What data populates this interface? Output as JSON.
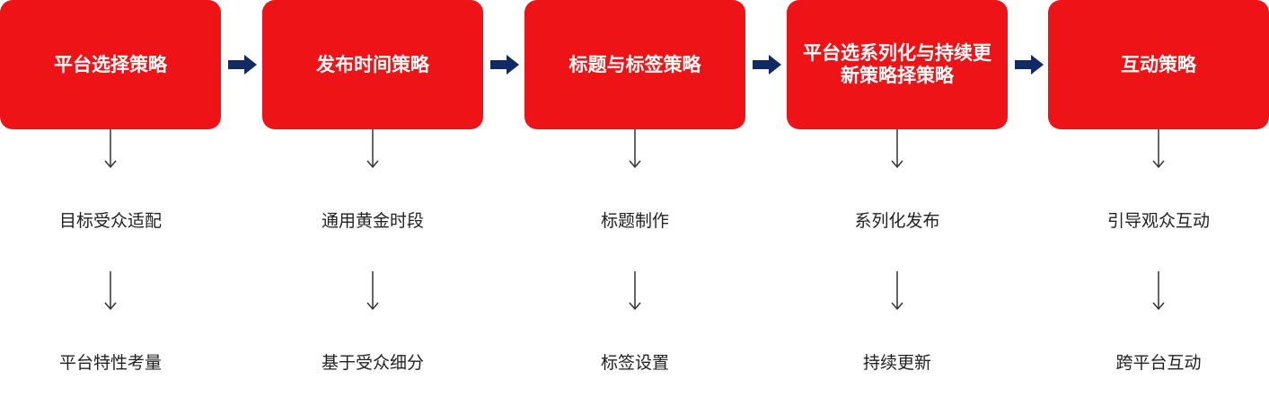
{
  "colors": {
    "box": "#EE1317",
    "flow_arrow": "#112A64",
    "down_arrow": "#333333",
    "text": "#222222"
  },
  "steps": [
    {
      "title": "平台选择策略",
      "items": [
        "目标受众适配",
        "平台特性考量"
      ]
    },
    {
      "title": "发布时间策略",
      "items": [
        "通用黄金时段",
        "基于受众细分"
      ]
    },
    {
      "title": "标题与标签策略",
      "items": [
        "标题制作",
        "标签设置"
      ]
    },
    {
      "title": "平台选系列化与持续更新策略择策略",
      "items": [
        "系列化发布",
        "持续更新"
      ]
    },
    {
      "title": "互动策略",
      "items": [
        "引导观众互动",
        "跨平台互动"
      ]
    }
  ]
}
